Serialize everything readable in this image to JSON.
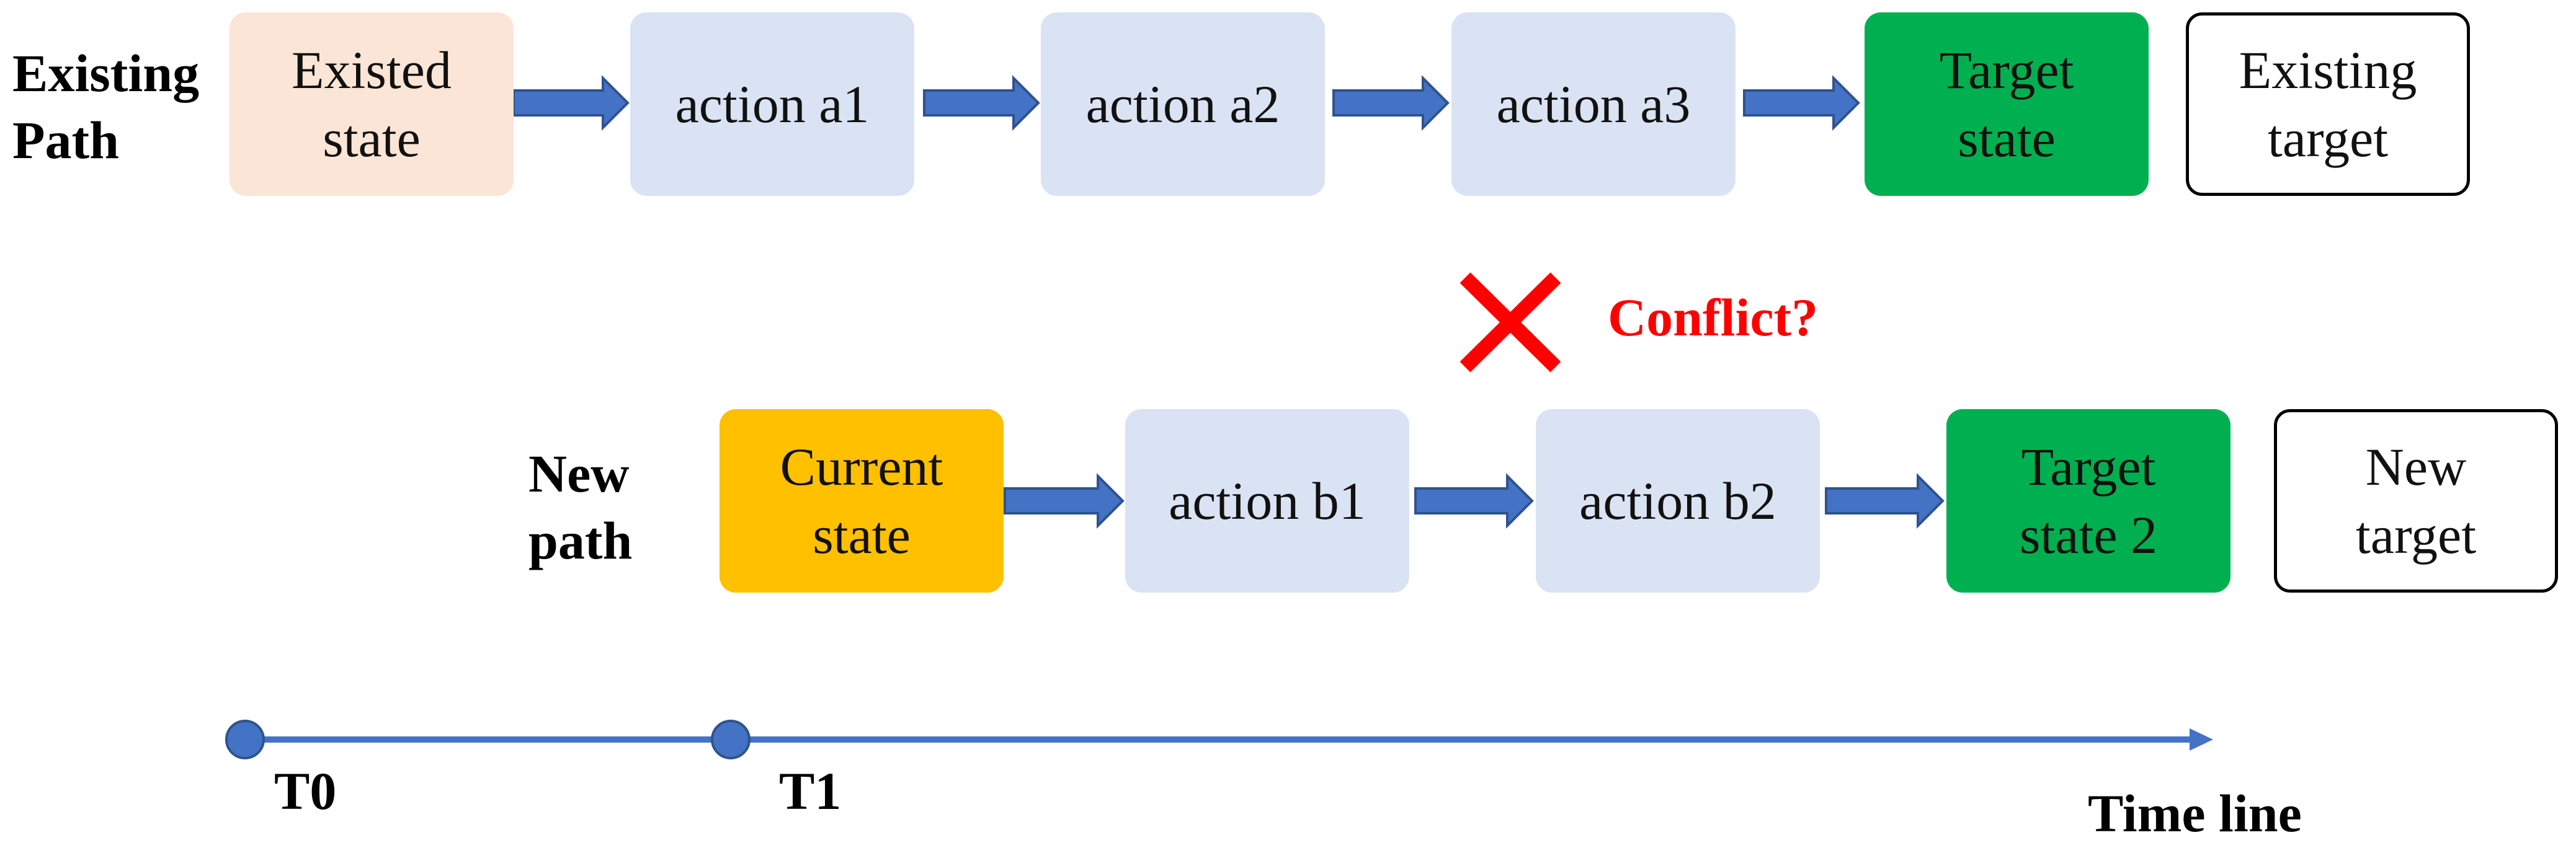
{
  "existing_path": {
    "label_lines": [
      "Existing",
      "Path"
    ],
    "initial": [
      "Existed",
      "state"
    ],
    "actions": [
      [
        "action a1"
      ],
      [
        "action a2"
      ],
      [
        "action a3"
      ]
    ],
    "target": [
      "Target",
      "state"
    ],
    "goal": [
      "Existing",
      "target"
    ]
  },
  "new_path": {
    "label_lines": [
      "New",
      "path"
    ],
    "initial": [
      "Current",
      "state"
    ],
    "actions": [
      [
        "action b1"
      ],
      [
        "action b2"
      ]
    ],
    "target": [
      "Target",
      "state 2"
    ],
    "goal": [
      "New",
      "target"
    ]
  },
  "conflict": {
    "label": "Conflict?",
    "icon": "cross-icon"
  },
  "timeline": {
    "ticks": [
      "T0",
      "T1"
    ],
    "label": "Time line"
  },
  "colors": {
    "initial_fill": "#fbe5d6",
    "action_fill": "#dae3f3",
    "target_fill": "#00b050",
    "current_fill": "#ffc000",
    "arrow_fill": "#4472c4",
    "arrow_stroke": "#2f528f",
    "conflict_red": "#ff0000"
  }
}
